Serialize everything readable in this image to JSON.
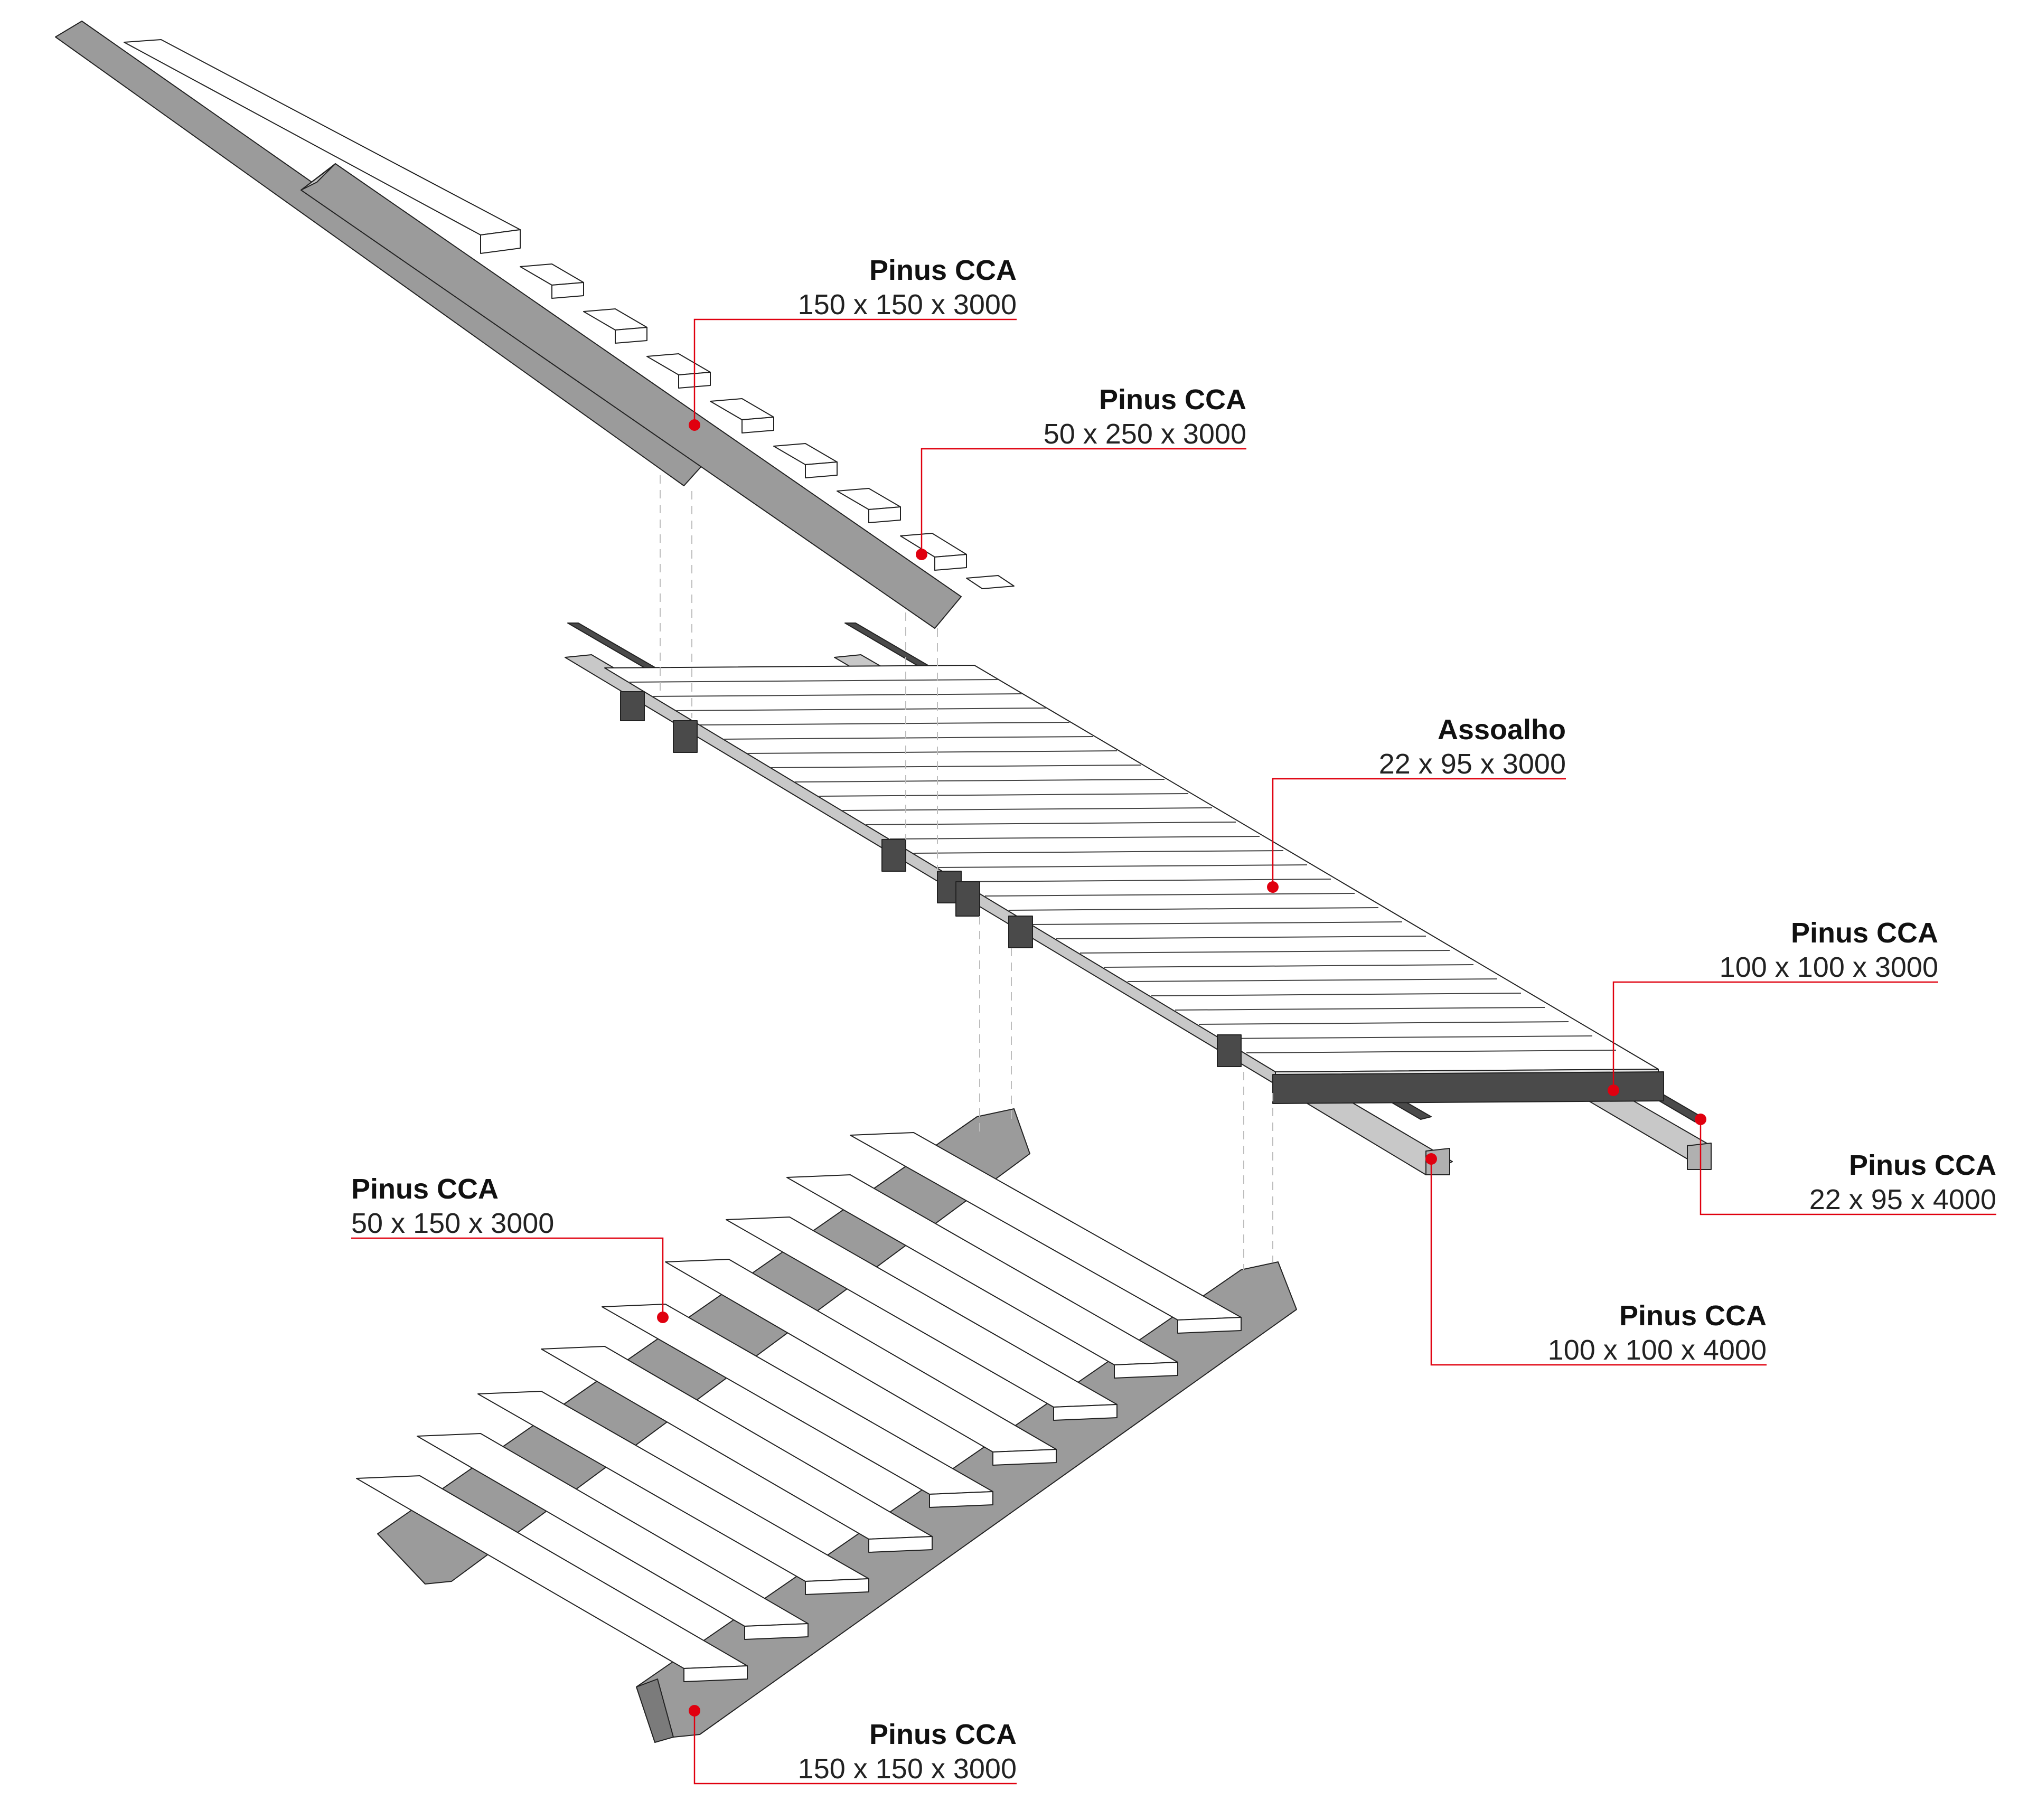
{
  "colors": {
    "accent": "#e0000f",
    "timber_light": "#ffffff",
    "timber_gray": "#9b9b9b",
    "timber_dark": "#4a4a4a",
    "outline": "#222222"
  },
  "callouts": [
    {
      "id": "stair-stringer",
      "title": "Pinus CCA",
      "dims": "150 x 150 x 3000"
    },
    {
      "id": "stair-tread",
      "title": "Pinus CCA",
      "dims": "50 x 250 x 3000"
    },
    {
      "id": "deck-floor",
      "title": "Assoalho",
      "dims": "22 x 95 x 3000"
    },
    {
      "id": "deck-beam",
      "title": "Pinus CCA",
      "dims": "100 x 100 x 3000"
    },
    {
      "id": "deck-slat",
      "title": "Pinus CCA",
      "dims": "22 x 95 x 4000"
    },
    {
      "id": "deck-joist",
      "title": "Pinus CCA",
      "dims": "100 x 100 x 4000"
    },
    {
      "id": "step-plank",
      "title": "Pinus CCA",
      "dims": "50 x 150 x 3000"
    },
    {
      "id": "step-beam",
      "title": "Pinus CCA",
      "dims": "150 x 150 x 3000"
    }
  ]
}
